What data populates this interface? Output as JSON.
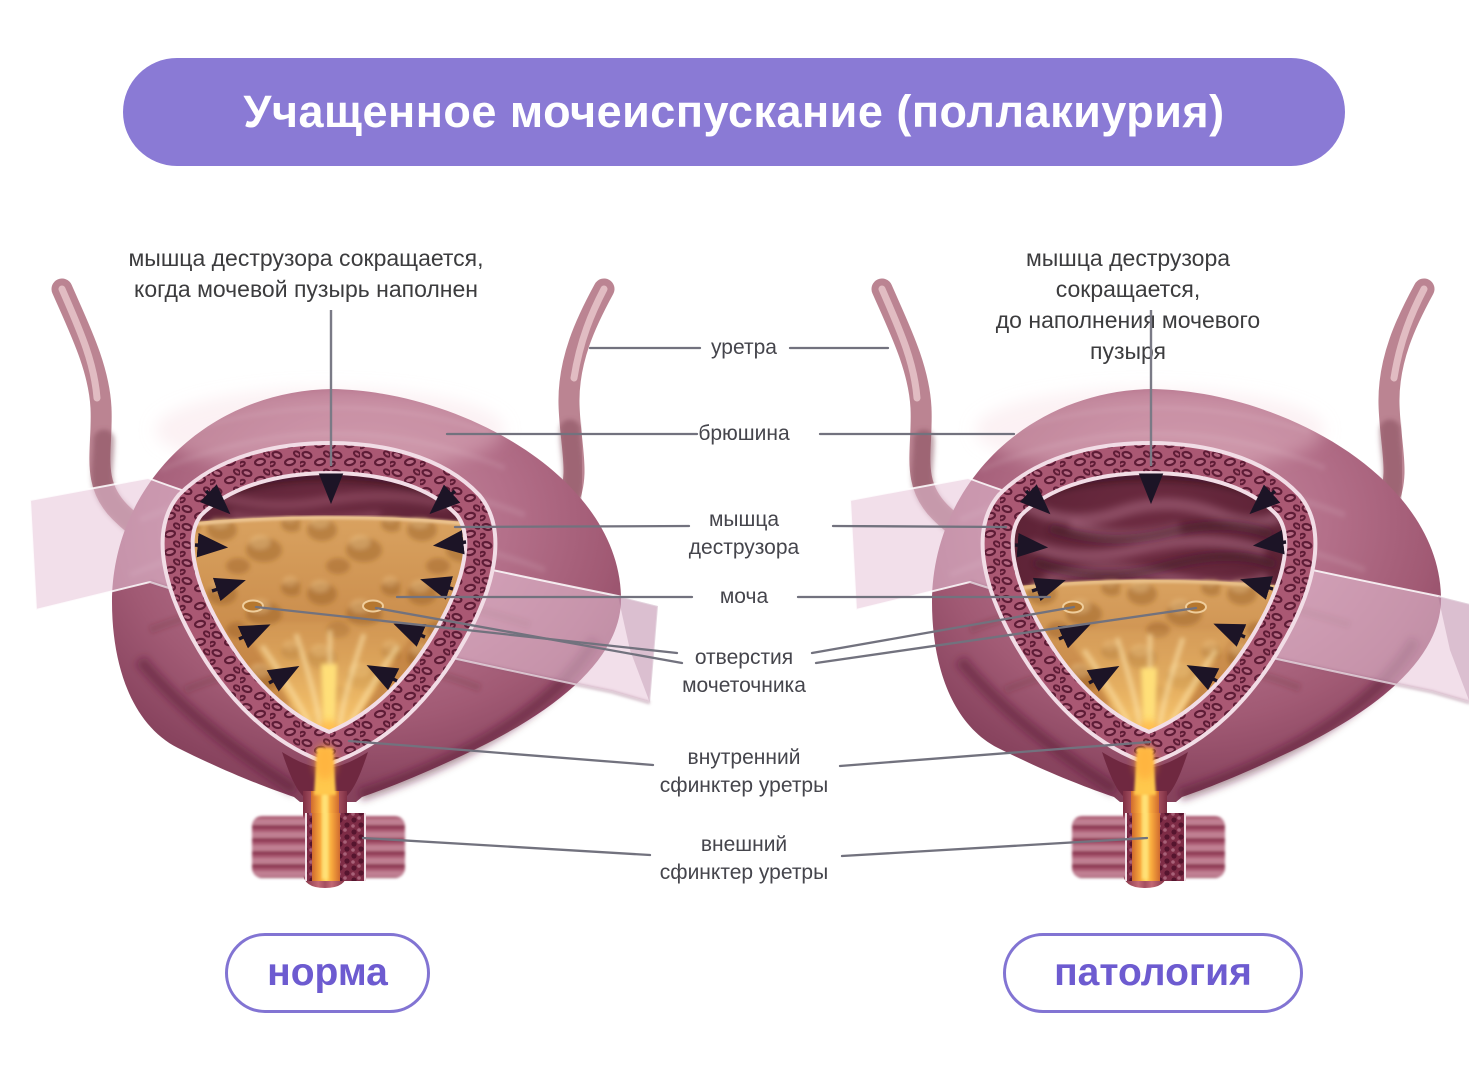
{
  "title": "Учащенное мочеиспускание (поллакиурия)",
  "panels": {
    "left": {
      "caption": "мышца деструзора сокращается,\nкогда мочевой пузырь наполнен",
      "badge": "норма"
    },
    "right": {
      "caption": "мышца деструзора сокращается,\nдо наполнения мочевого пузыря",
      "badge": "патология"
    }
  },
  "labels": [
    {
      "id": "urethra",
      "text": "уретра"
    },
    {
      "id": "peritoneum",
      "text": "брюшина"
    },
    {
      "id": "detrusor-muscle",
      "text": "мышца\nдеструзора"
    },
    {
      "id": "urine",
      "text": "моча"
    },
    {
      "id": "ureter-openings",
      "text": "отверстия\nмочеточника"
    },
    {
      "id": "internal-sphincter",
      "text": "внутренний\nсфинктер уретры"
    },
    {
      "id": "external-sphincter",
      "text": "внешний\nсфинктер уретры"
    }
  ],
  "colors": {
    "banner_bg": "#8a7ad5",
    "banner_text": "#ffffff",
    "badge_border": "#8274d3",
    "badge_text": "#6d5bd0",
    "caption_text": "#3c3c3e",
    "label_text": "#45454c",
    "leader_line": "#72727e",
    "contraction_arrow": "#1c1426",
    "bladder_wall": "#a15a74",
    "urine": "#cd9150",
    "cavity_dark": "#5c2236"
  }
}
